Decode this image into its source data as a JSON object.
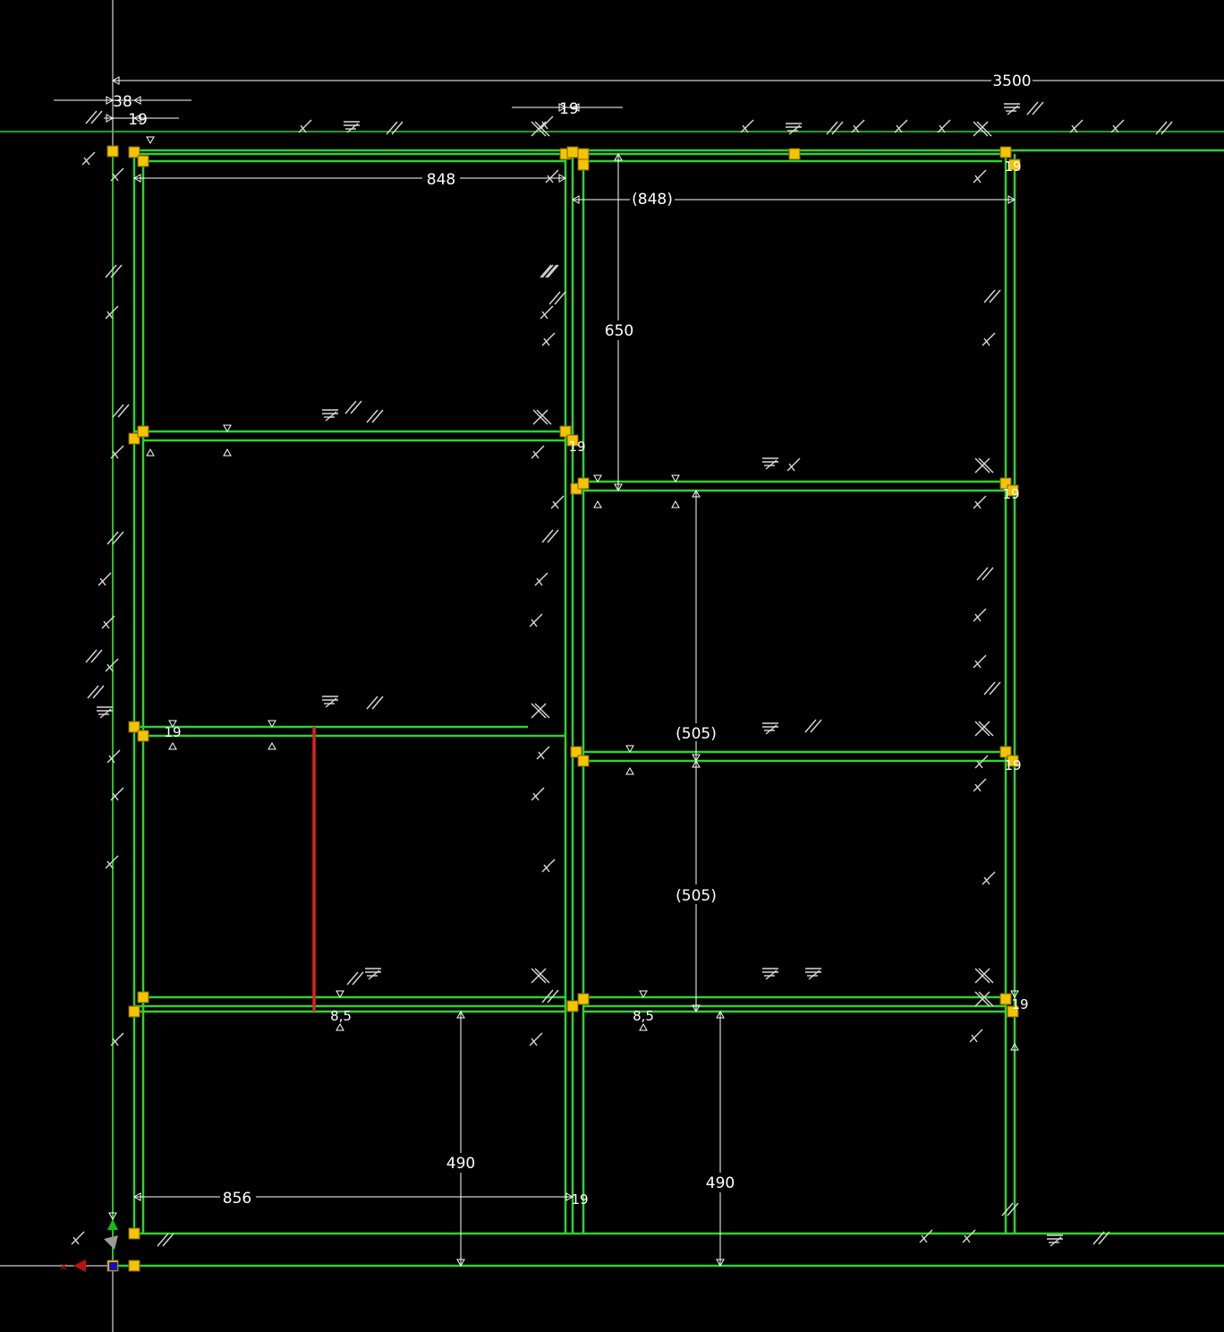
{
  "colors": {
    "background": "#000000",
    "geometry": "#2fd12f",
    "dimension": "#ffffff",
    "constraint": "#d9d9d9",
    "selected_line": "#e02020",
    "endpoint": "#f5c400",
    "axis_x": "#c01010",
    "axis_y": "#10c010",
    "axis_z": "#1010c0"
  },
  "dimensions": {
    "overall_width": "3500",
    "left_offset": "38",
    "left_thickness": "19",
    "middle_thickness": "19",
    "top_left_span": "848",
    "top_right_span": "(848)",
    "right_upper_height": "650",
    "right_middle_height_upper": "(505)",
    "right_middle_height_lower": "(505)",
    "bottom_left_height": "490",
    "bottom_right_height": "490",
    "bottom_left_span": "856",
    "bottom_mid_thickness": "19",
    "left_shelf_thickness": "19",
    "right_shelf_mid_thickness": "19",
    "right_shelf_low_thickness": "19",
    "right_top_thickness": "19",
    "upper_shelf_thickness": "19",
    "right_upper_shelf_thickness": "19",
    "left_lower_offset": "8,5",
    "right_lower_offset": "8,5"
  },
  "icons": [
    "parallel-constraint-icon",
    "perpendicular-constraint-icon",
    "coincident-constraint-icon",
    "endpoint-marker-icon",
    "origin-axis-icon"
  ]
}
